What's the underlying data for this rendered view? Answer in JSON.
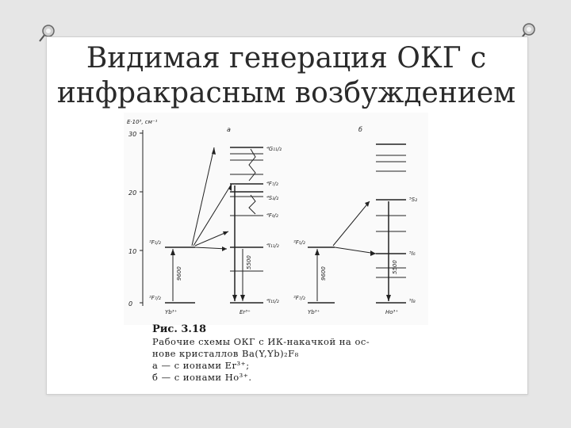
{
  "slide": {
    "title_line1": "Видимая генерация ОКГ с",
    "title_line2": "инфракрасным возбуждением"
  },
  "figure": {
    "y_axis_label": "E·10³, см⁻¹",
    "y_ticks": [
      "30",
      "20",
      "10",
      "0"
    ],
    "panel_a_label": "а",
    "panel_b_label": "б",
    "yb_label": "Yb³⁺",
    "er_label": "Er³⁺",
    "ho_label": "Ho³⁺",
    "yb_level_upper": "²F₅/₂",
    "yb_level_lower": "²F₇/₂",
    "er_levels": [
      "⁴G₁₁/₂",
      "⁴F₇/₂",
      "⁴S₃/₂",
      "⁴F₉/₂",
      "⁴I₁₁/₂",
      "⁴I₁₅/₂"
    ],
    "ho_levels": [
      "⁵S₂",
      "⁵I₆",
      "⁵I₈"
    ],
    "value_yb": "9600",
    "value_er": "5500",
    "value_ho": "5500"
  },
  "caption": {
    "fig_num": "Рис. 3.18",
    "line1": "Рабочие схемы ОКГ с ИК-накачкой на ос-",
    "line2": "нове кристаллов Ba(Y,Yb)₂F₈",
    "item_a": "а — с ионами Er³⁺;",
    "item_b": "б — с ионами Ho³⁺."
  }
}
